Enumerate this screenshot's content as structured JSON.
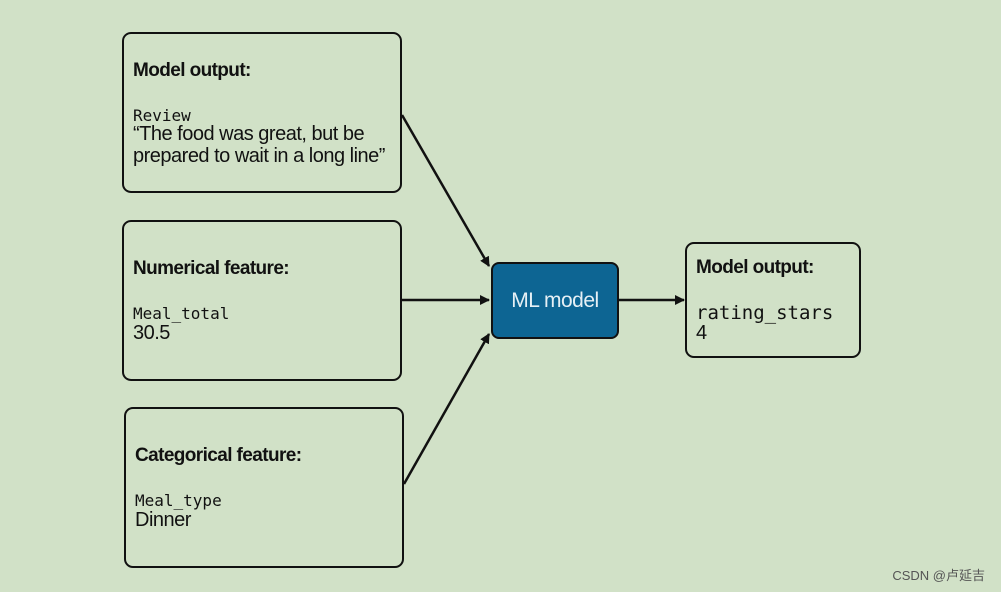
{
  "boxes": {
    "review": {
      "title": "Model output:",
      "field": "Review",
      "value_line1": "“The food was great, but be",
      "value_line2": "prepared to wait in a long line”"
    },
    "numerical": {
      "title": "Numerical feature:",
      "field": "Meal_total",
      "value": "30.5"
    },
    "categorical": {
      "title": "Categorical feature:",
      "field": "Meal_type",
      "value": "Dinner"
    },
    "output": {
      "title": "Model output:",
      "field": "rating_stars",
      "value": "4"
    }
  },
  "model": {
    "label": "ML model",
    "color": "#0d6593"
  },
  "credit": "CSDN @卢延吉",
  "colors": {
    "background": "#d1e1c7",
    "stroke": "#111111"
  }
}
